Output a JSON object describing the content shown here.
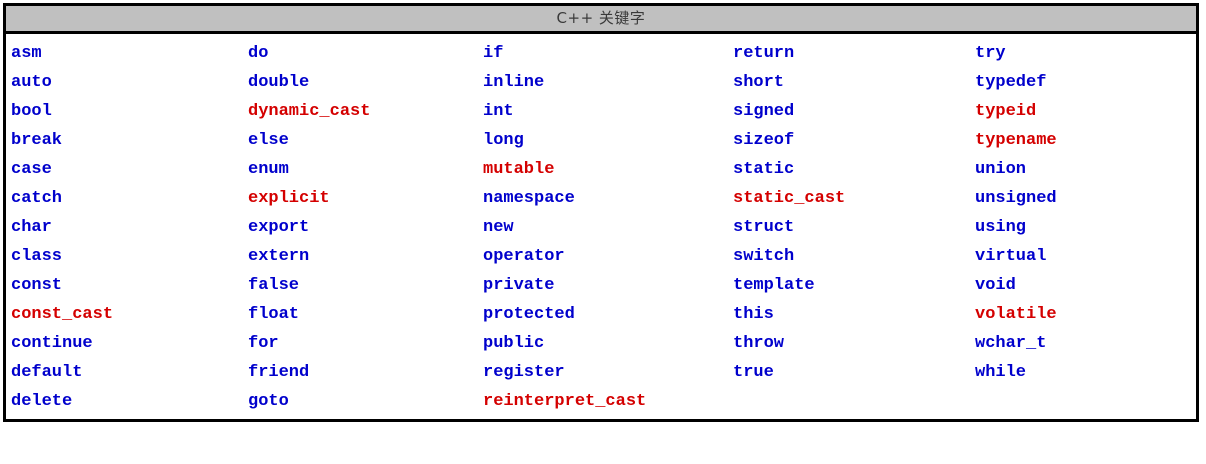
{
  "table": {
    "title": "C++ 关键字",
    "colors": {
      "header_background": "#c0c0c0",
      "border": "#000000",
      "background": "#ffffff",
      "standard_keyword": "#0000cc",
      "highlight_keyword": "#d40000",
      "title_text": "#3a3a3a"
    },
    "column_count": 5,
    "row_count": 14,
    "rows": [
      [
        {
          "text": "asm",
          "color": "blue"
        },
        {
          "text": "do",
          "color": "blue"
        },
        {
          "text": "if",
          "color": "blue"
        },
        {
          "text": "return",
          "color": "blue"
        },
        {
          "text": "try",
          "color": "blue"
        }
      ],
      [
        {
          "text": "auto",
          "color": "blue"
        },
        {
          "text": "double",
          "color": "blue"
        },
        {
          "text": "inline",
          "color": "blue"
        },
        {
          "text": "short",
          "color": "blue"
        },
        {
          "text": "typedef",
          "color": "blue"
        }
      ],
      [
        {
          "text": "bool",
          "color": "blue"
        },
        {
          "text": "dynamic_cast",
          "color": "red"
        },
        {
          "text": "int",
          "color": "blue"
        },
        {
          "text": "signed",
          "color": "blue"
        },
        {
          "text": "typeid",
          "color": "red"
        }
      ],
      [
        {
          "text": "break",
          "color": "blue"
        },
        {
          "text": "else",
          "color": "blue"
        },
        {
          "text": "long",
          "color": "blue"
        },
        {
          "text": "sizeof",
          "color": "blue"
        },
        {
          "text": "typename",
          "color": "red"
        }
      ],
      [
        {
          "text": "case",
          "color": "blue"
        },
        {
          "text": "enum",
          "color": "blue"
        },
        {
          "text": "mutable",
          "color": "red"
        },
        {
          "text": "static",
          "color": "blue"
        },
        {
          "text": "union",
          "color": "blue"
        }
      ],
      [
        {
          "text": "catch",
          "color": "blue"
        },
        {
          "text": "explicit",
          "color": "red"
        },
        {
          "text": "namespace",
          "color": "blue"
        },
        {
          "text": "static_cast",
          "color": "red"
        },
        {
          "text": "unsigned",
          "color": "blue"
        }
      ],
      [
        {
          "text": "char",
          "color": "blue"
        },
        {
          "text": "export",
          "color": "blue"
        },
        {
          "text": "new",
          "color": "blue"
        },
        {
          "text": "struct",
          "color": "blue"
        },
        {
          "text": "using",
          "color": "blue"
        }
      ],
      [
        {
          "text": "class",
          "color": "blue"
        },
        {
          "text": "extern",
          "color": "blue"
        },
        {
          "text": "operator",
          "color": "blue"
        },
        {
          "text": "switch",
          "color": "blue"
        },
        {
          "text": "virtual",
          "color": "blue"
        }
      ],
      [
        {
          "text": "const",
          "color": "blue"
        },
        {
          "text": "false",
          "color": "blue"
        },
        {
          "text": "private",
          "color": "blue"
        },
        {
          "text": "template",
          "color": "blue"
        },
        {
          "text": "void",
          "color": "blue"
        }
      ],
      [
        {
          "text": "const_cast",
          "color": "red"
        },
        {
          "text": "float",
          "color": "blue"
        },
        {
          "text": "protected",
          "color": "blue"
        },
        {
          "text": "this",
          "color": "blue"
        },
        {
          "text": "volatile",
          "color": "red"
        }
      ],
      [
        {
          "text": "continue",
          "color": "blue"
        },
        {
          "text": "for",
          "color": "blue"
        },
        {
          "text": "public",
          "color": "blue"
        },
        {
          "text": "throw",
          "color": "blue"
        },
        {
          "text": "wchar_t",
          "color": "blue"
        }
      ],
      [
        {
          "text": "default",
          "color": "blue"
        },
        {
          "text": "friend",
          "color": "blue"
        },
        {
          "text": "register",
          "color": "blue"
        },
        {
          "text": "true",
          "color": "blue"
        },
        {
          "text": "while",
          "color": "blue"
        }
      ],
      [
        {
          "text": "delete",
          "color": "blue"
        },
        {
          "text": "goto",
          "color": "blue"
        },
        {
          "text": "reinterpret_cast",
          "color": "red"
        },
        {
          "text": "",
          "color": "blue"
        },
        {
          "text": "",
          "color": "blue"
        }
      ]
    ]
  }
}
